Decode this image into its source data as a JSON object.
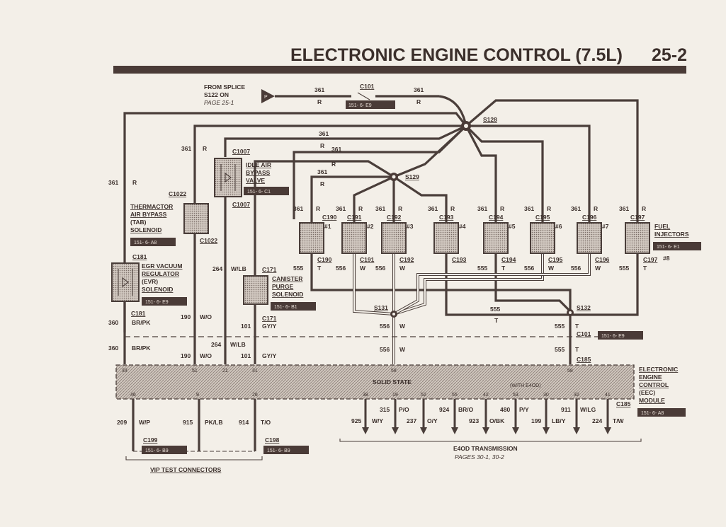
{
  "page": {
    "title": "ELECTRONIC ENGINE CONTROL (7.5L)",
    "page_number": "25-2"
  },
  "source": {
    "line1": "FROM SPLICE",
    "line2": "S122 ON",
    "ref": "PAGE 25-1",
    "connector": "P"
  },
  "splices": [
    "S128",
    "S129",
    "S131",
    "S132"
  ],
  "connectors": {
    "c101": "C101",
    "c1007": "C1007",
    "c1022": "C1022",
    "c181": "C181",
    "c171": "C171",
    "c185": "C185",
    "c199": "C199",
    "c198": "C198",
    "c197": "C197"
  },
  "components": {
    "iac": [
      "IDLE AIR",
      "BYPASS",
      "VALVE"
    ],
    "tab": [
      "THERMACTOR",
      "AIR BYPASS",
      "(TAB)",
      "SOLENOID"
    ],
    "evr": [
      "EGR VACUUM",
      "REGULATOR",
      "(EVR)",
      "SOLENOID"
    ],
    "canister": [
      "CANISTER",
      "PURGE",
      "SOLENOID"
    ],
    "injectors": [
      "FUEL",
      "INJECTORS"
    ],
    "eec": [
      "ELECTRONIC",
      "ENGINE",
      "CONTROL",
      "(EEC)",
      "MODULE"
    ],
    "eec_inner": "SOLID STATE",
    "eec_note": "(WITH E4OD)"
  },
  "ref_tags": {
    "c101": "151- 6- E9",
    "iac": "151- 6- C1",
    "tab": "151- 6- A8",
    "evr": "151- 6- E9",
    "canister": "151- 6- B1",
    "injectors": "151- 6- E1",
    "c101_low": "151- 6- E9",
    "eec": "151- 6- A8",
    "c199": "151- 6- B9",
    "c198": "151- 6- B9"
  },
  "injectors": [
    {
      "num": "#1",
      "conn_top": "C190",
      "conn_bot": "C190",
      "circuit": "555",
      "color": "T"
    },
    {
      "num": "#2",
      "conn_top": "C191",
      "conn_bot": "C191",
      "circuit": "556",
      "color": "W"
    },
    {
      "num": "#3",
      "conn_top": "C192",
      "conn_bot": "C192",
      "circuit": "556",
      "color": "W"
    },
    {
      "num": "#4",
      "conn_top": "C193",
      "conn_bot": "C193",
      "circuit": "",
      "color": ""
    },
    {
      "num": "#5",
      "conn_top": "C194",
      "conn_bot": "C194",
      "circuit": "555",
      "color": "T"
    },
    {
      "num": "#6",
      "conn_top": "C195",
      "conn_bot": "C195",
      "circuit": "556",
      "color": "W"
    },
    {
      "num": "#7",
      "conn_top": "C196",
      "conn_bot": "C196",
      "circuit": "556",
      "color": "W"
    },
    {
      "num": "#8",
      "conn_top": "C197",
      "conn_bot": "C197",
      "circuit": "555",
      "color": "T"
    }
  ],
  "wire_labels": {
    "w361": "361",
    "red": "R",
    "w555": "555",
    "tan": "T",
    "w556": "556",
    "white": "W",
    "w360": "360",
    "brpk": "BR/PK",
    "w190": "190",
    "wo": "W/O",
    "w264": "264",
    "wlb": "W/LB",
    "w101": "101",
    "gyy": "GY/Y"
  },
  "eec_top_pins": [
    "33",
    "51",
    "21",
    "31",
    "58",
    "58"
  ],
  "eec_bottom_pins": [
    "46",
    "9",
    "26",
    "38",
    "19",
    "52",
    "55",
    "42",
    "53",
    "30",
    "32",
    "41"
  ],
  "vip_wires": [
    {
      "circuit": "209",
      "color": "W/P"
    },
    {
      "circuit": "915",
      "color": "PK/LB"
    },
    {
      "circuit": "914",
      "color": "T/O"
    }
  ],
  "trans_wires_upper": [
    {
      "circuit": "315",
      "color": "P/O"
    },
    {
      "circuit": "924",
      "color": "BR/O"
    },
    {
      "circuit": "480",
      "color": "P/Y"
    },
    {
      "circuit": "911",
      "color": "W/LG"
    }
  ],
  "trans_wires_lower": [
    {
      "circuit": "925",
      "color": "W/Y"
    },
    {
      "circuit": "237",
      "color": "O/Y"
    },
    {
      "circuit": "923",
      "color": "O/BK"
    },
    {
      "circuit": "199",
      "color": "LB/Y"
    },
    {
      "circuit": "224",
      "color": "T/W"
    }
  ],
  "vip_title": "VIP TEST CONNECTORS",
  "trans": {
    "title": "E4OD TRANSMISSION",
    "ref": "PAGES 30-1, 30-2"
  },
  "colors": {
    "ink": "#3b2f2b",
    "paper": "#f3efe8",
    "tag_bg": "#4a3b37"
  }
}
